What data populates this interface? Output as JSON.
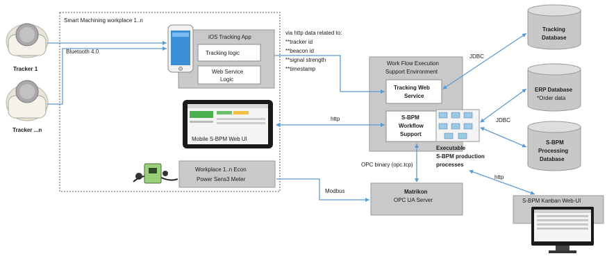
{
  "workplace": {
    "title": "Smart Machining workplace 1..n",
    "bluetooth": "Bluetooth 4.0"
  },
  "trackers": [
    {
      "label": "Tracker 1"
    },
    {
      "label": "Tracker ...n"
    }
  ],
  "ios_app": {
    "title": "iOS Tracking App",
    "tracking_logic": "Tracking logic",
    "web_service_line1": "Web Service",
    "web_service_line2": "Logic"
  },
  "http_data": {
    "lines": [
      "via http data related to:",
      "**tracker id",
      "**beacon id",
      "**signal strength",
      "**timestamp"
    ]
  },
  "mobile_ui": {
    "label": "Mobile S-BPM Web UI"
  },
  "meter": {
    "line1": "Workplace 1..n Econ",
    "line2": "Power Sens3 Meter"
  },
  "wfes": {
    "title_line1": "Work Flow Execution",
    "title_line2": "Support Environment",
    "tracking_ws_line1": "Tracking Web",
    "tracking_ws_line2": "Service",
    "sbpm_ws_line1": "S-BPM",
    "sbpm_ws_line2": "Workflow",
    "sbpm_ws_line3": "Support"
  },
  "executable": {
    "lines": [
      "Executable",
      "S-BPM production",
      "processes"
    ]
  },
  "matrikon": {
    "line1": "Matrikon",
    "line2": "OPC UA Server"
  },
  "databases": [
    {
      "line1": "Tracking",
      "line2": "Database",
      "line3": ""
    },
    {
      "line1": "ERP Database",
      "line2": "*Order data",
      "line3": ""
    },
    {
      "line1": "S-BPM",
      "line2": "Processing",
      "line3": "Database"
    }
  ],
  "edges": {
    "jdbc1": "JDBC",
    "jdbc2": "JDBC",
    "http_ui": "http",
    "http_kanban": "http",
    "opc": "OPC binary (opc.tcp)",
    "modbus": "Modbus"
  },
  "kanban": {
    "title": "S-BPM Kanban Web-UI"
  },
  "colors": {
    "arrow": "#5b9bd5",
    "box_gray": "#c9c9c9",
    "box_border": "#9a9a9a",
    "cylinder": "#c8c8c8",
    "cylinder_top": "#dedede"
  }
}
